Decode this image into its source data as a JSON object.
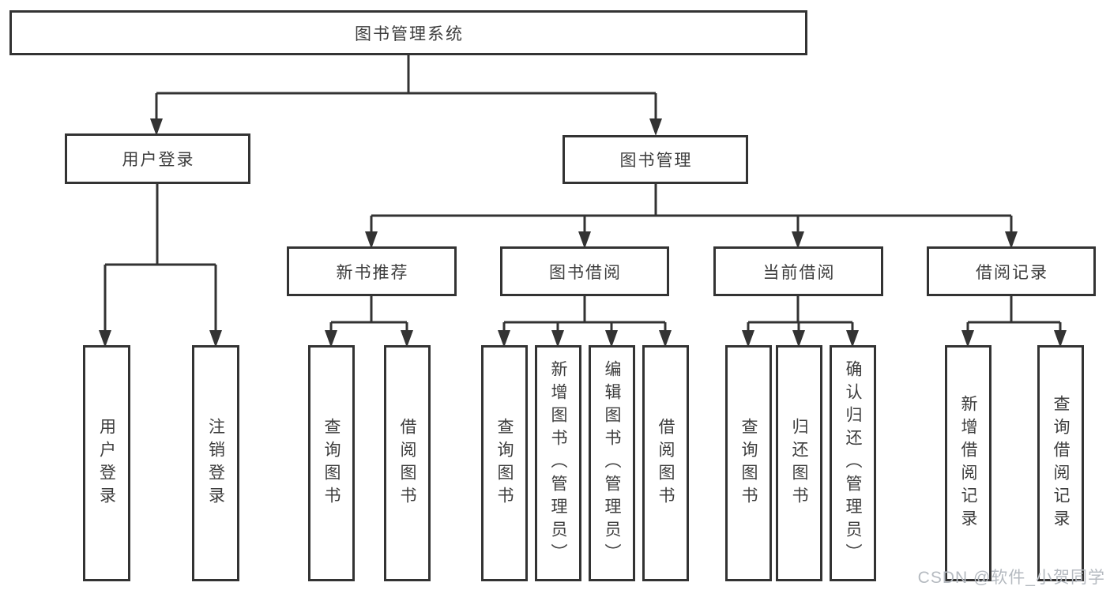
{
  "colors": {
    "line": "#333333",
    "text": "#3d3d3d",
    "watermark": "#b5bac0"
  },
  "tree": {
    "root": {
      "label": "图书管理系统"
    },
    "branches": [
      {
        "label": "用户登录",
        "children": [
          {
            "label": "用户登录"
          },
          {
            "label": "注销登录"
          }
        ]
      },
      {
        "label": "图书管理",
        "children": [
          {
            "label": "新书推荐",
            "children": [
              {
                "label": "查询图书"
              },
              {
                "label": "借阅图书"
              }
            ]
          },
          {
            "label": "图书借阅",
            "children": [
              {
                "label": "查询图书"
              },
              {
                "label": "新增图书（管理员）"
              },
              {
                "label": "编辑图书（管理员）"
              },
              {
                "label": "借阅图书"
              }
            ]
          },
          {
            "label": "当前借阅",
            "children": [
              {
                "label": "查询图书"
              },
              {
                "label": "归还图书"
              },
              {
                "label": "确认归还（管理员）"
              }
            ]
          },
          {
            "label": "借阅记录",
            "children": [
              {
                "label": "新增借阅记录"
              },
              {
                "label": "查询借阅记录"
              }
            ]
          }
        ]
      }
    ]
  },
  "watermark": {
    "label": "CSDN @软件_小贺同学"
  }
}
